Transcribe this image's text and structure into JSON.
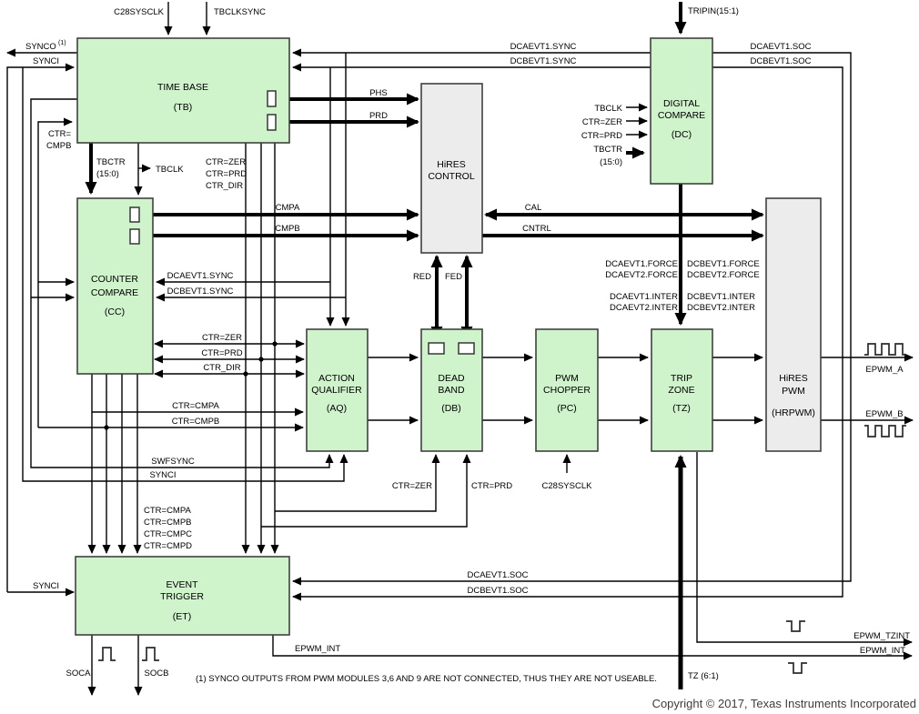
{
  "blocks": {
    "tb": {
      "l1": "TIME BASE",
      "l2": "(TB)"
    },
    "cc": {
      "l1": "COUNTER",
      "l2": "COMPARE",
      "l3": "(CC)"
    },
    "et": {
      "l1": "EVENT",
      "l2": "TRIGGER",
      "l3": "(ET)"
    },
    "hrc": {
      "l1": "HiRES",
      "l2": "CONTROL"
    },
    "dc": {
      "l1": "DIGITAL",
      "l2": "COMPARE",
      "l3": "(DC)"
    },
    "aq": {
      "l1": "ACTION",
      "l2": "QUALIFIER",
      "l3": "(AQ)"
    },
    "db": {
      "l1": "DEAD",
      "l2": "BAND",
      "l3": "(DB)"
    },
    "pc": {
      "l1": "PWM",
      "l2": "CHOPPER",
      "l3": "(PC)"
    },
    "tz": {
      "l1": "TRIP",
      "l2": "ZONE",
      "l3": "(TZ)"
    },
    "hrpwm": {
      "l1": "HiRES",
      "l2": "PWM",
      "l3": "(HRPWM)"
    }
  },
  "signals": {
    "c28sysclk": "C28SYSCLK",
    "tbclksync": "TBCLKSYNC",
    "tripin": "TRIPIN(15:1)",
    "synco": "SYNCO",
    "synco_sup": "(1)",
    "synci": "SYNCI",
    "ctr_eq": "CTR=",
    "tbctr": "TBCTR",
    "tbctr_range": "(15:0)",
    "tbclk": "TBCLK",
    "ctr_zer": "CTR=ZER",
    "ctr_prd": "CTR=PRD",
    "ctr_dir": "CTR_DIR",
    "dcaevt1_sync": "DCAEVT1.SYNC",
    "dcbevt1_sync": "DCBEVT1.SYNC",
    "dcaevt1_soc": "DCAEVT1.SOC",
    "dcbevt1_soc": "DCBEVT1.SOC",
    "phs": "PHS",
    "prd": "PRD",
    "cmpa": "CMPA",
    "cmpb": "CMPB",
    "cal": "CAL",
    "cntrl": "CNTRL",
    "red": "RED",
    "fed": "FED",
    "ctr_cmpa": "CTR=CMPA",
    "ctr_cmpb": "CTR=CMPB",
    "ctr_cmpc": "CTR=CMPC",
    "ctr_cmpd": "CTR=CMPD",
    "swfsync": "SWFSYNC",
    "dcaevt1_force": "DCAEVT1.FORCE",
    "dcaevt2_force": "DCAEVT2.FORCE",
    "dcbevt1_force": "DCBEVT1.FORCE",
    "dcbevt2_force": "DCBEVT2.FORCE",
    "dcaevt1_inter": "DCAEVT1.INTER",
    "dcaevt2_inter": "DCAEVT2.INTER",
    "dcbevt1_inter": "DCBEVT1.INTER",
    "dcbevt2_inter": "DCBEVT2.INTER",
    "epwm_a": "EPWM_A",
    "epwm_b": "EPWM_B",
    "epwm_int": "EPWM_INT",
    "epwm_tzint": "EPWM_TZINT",
    "soca": "SOCA",
    "socb": "SOCB",
    "tz61": "TZ (6:1)"
  },
  "notes": {
    "footnote": "(1)   SYNCO OUTPUTS FROM PWM MODULES 3,6 AND 9 ARE NOT CONNECTED, THUS THEY ARE NOT USEABLE.",
    "copyright": "Copyright © 2017, Texas Instruments Incorporated"
  },
  "colors": {
    "block_green": "#cff3cb",
    "block_gray": "#ececec",
    "block_border": "#404040",
    "line": "#000000",
    "background": "#ffffff"
  }
}
